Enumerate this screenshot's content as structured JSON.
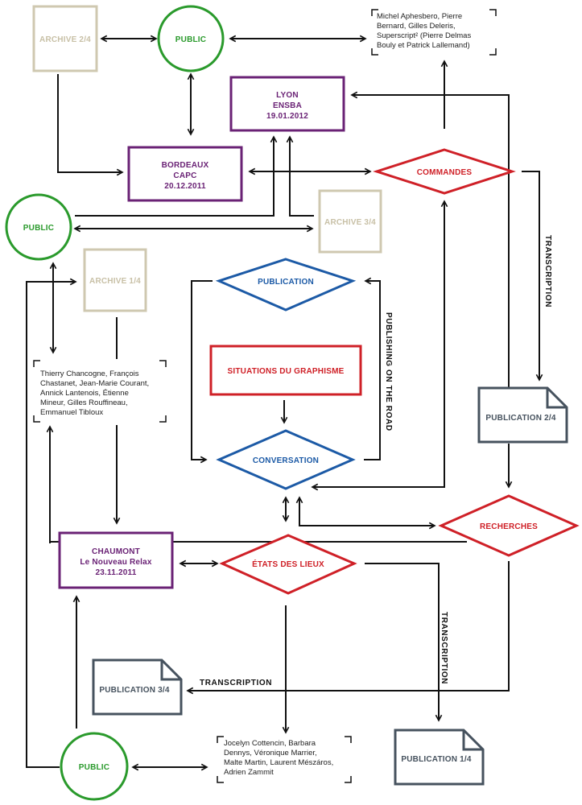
{
  "colors": {
    "purple": "#6a2275",
    "green": "#2a9a2c",
    "blue": "#1c5aa6",
    "red": "#cf2027",
    "beige": "#cfc8b0",
    "slate": "#46525e",
    "line": "#111111"
  },
  "archives": {
    "a24": "ARCHIVE 2/4",
    "a34": "ARCHIVE 3/4",
    "a14": "ARCHIVE 1/4"
  },
  "publics": {
    "top": "PUBLIC",
    "left": "PUBLIC",
    "bottom": "PUBLIC"
  },
  "venues": {
    "lyon": [
      "LYON",
      "ENSBA",
      "19.01.2012"
    ],
    "bordeaux": [
      "BORDEAUX",
      "CAPC",
      "20.12.2011"
    ],
    "chaumont": [
      "CHAUMONT",
      "Le Nouveau Relax",
      "23.11.2011"
    ]
  },
  "diamonds": {
    "commandes": "COMMANDES",
    "publication": "PUBLICATION",
    "conversation": "CONVERSATION",
    "recherches": "RECHERCHES",
    "etats": "ÉTATS DES LIEUX"
  },
  "situations": "SITUATIONS DU GRAPHISME",
  "publications": {
    "p24": "PUBLICATION 2/4",
    "p34": "PUBLICATION 3/4",
    "p14": "PUBLICATION 1/4"
  },
  "people": {
    "top": [
      "Michel Aphesbero, Pierre",
      "Bernard, Gilles Deleris,",
      "Superscript² (Pierre Delmas",
      "Bouly et Patrick Lallemand)"
    ],
    "left": [
      "Thierry Chancogne, François",
      "Chastanet, Jean-Marie Courant,",
      "Annick Lantenois, Étienne",
      "Mineur, Gilles Rouffineau,",
      "Emmanuel Tibloux"
    ],
    "bottom": [
      "Jocelyn Cottencin, Barbara",
      "Dennys, Véronique Marrier,",
      "Malte Martin, Laurent Mészáros,",
      "Adrien Zammit"
    ]
  },
  "edge_labels": {
    "transcription_right": "TRANSCRIPTION",
    "publishing": "PUBLISHING ON THE ROAD",
    "transcription_mid": "TRANSCRIPTION",
    "transcription_bottom": "TRANSCRIPTION"
  }
}
